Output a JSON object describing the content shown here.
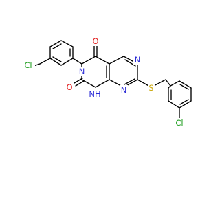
{
  "atoms": [
    {
      "id": "cl_left",
      "text": "Cl",
      "color": "#1f9e1f"
    },
    {
      "id": "n3",
      "text": "N",
      "color": "#2a2ad6"
    },
    {
      "id": "o4",
      "text": "O",
      "color": "#e11a1a"
    },
    {
      "id": "o2",
      "text": "O",
      "color": "#e11a1a"
    },
    {
      "id": "nh1",
      "text": "NH",
      "color": "#2a2ad6"
    },
    {
      "id": "n6",
      "text": "N",
      "color": "#2a2ad6"
    },
    {
      "id": "n8",
      "text": "N",
      "color": "#2a2ad6"
    },
    {
      "id": "s",
      "text": "S",
      "color": "#c8a400"
    },
    {
      "id": "cl_right",
      "text": "Cl",
      "color": "#1f9e1f"
    }
  ],
  "colors": {
    "bond": "#000000",
    "background": "#ffffff"
  }
}
